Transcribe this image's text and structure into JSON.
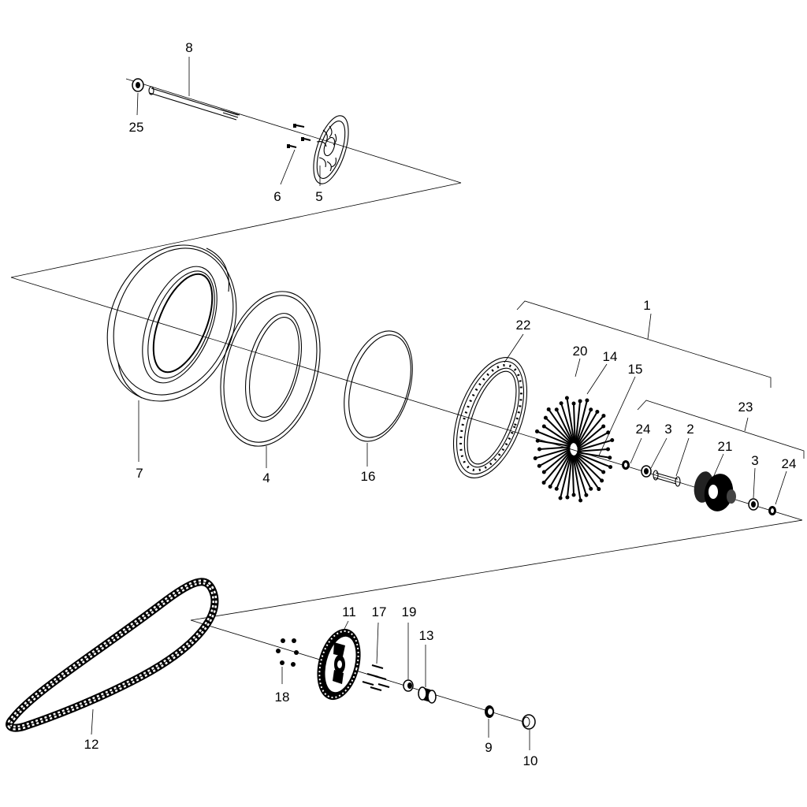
{
  "diagram": {
    "callouts": {
      "c1": "1",
      "c2": "2",
      "c3a": "3",
      "c3b": "3",
      "c4": "4",
      "c5": "5",
      "c6": "6",
      "c7": "7",
      "c8": "8",
      "c9": "9",
      "c10": "10",
      "c11": "11",
      "c12": "12",
      "c13": "13",
      "c14": "14",
      "c15": "15",
      "c16": "16",
      "c17": "17",
      "c18": "18",
      "c19": "19",
      "c20": "20",
      "c21": "21",
      "c22": "22",
      "c23": "23",
      "c24a": "24",
      "c24b": "24",
      "c25": "25"
    }
  }
}
